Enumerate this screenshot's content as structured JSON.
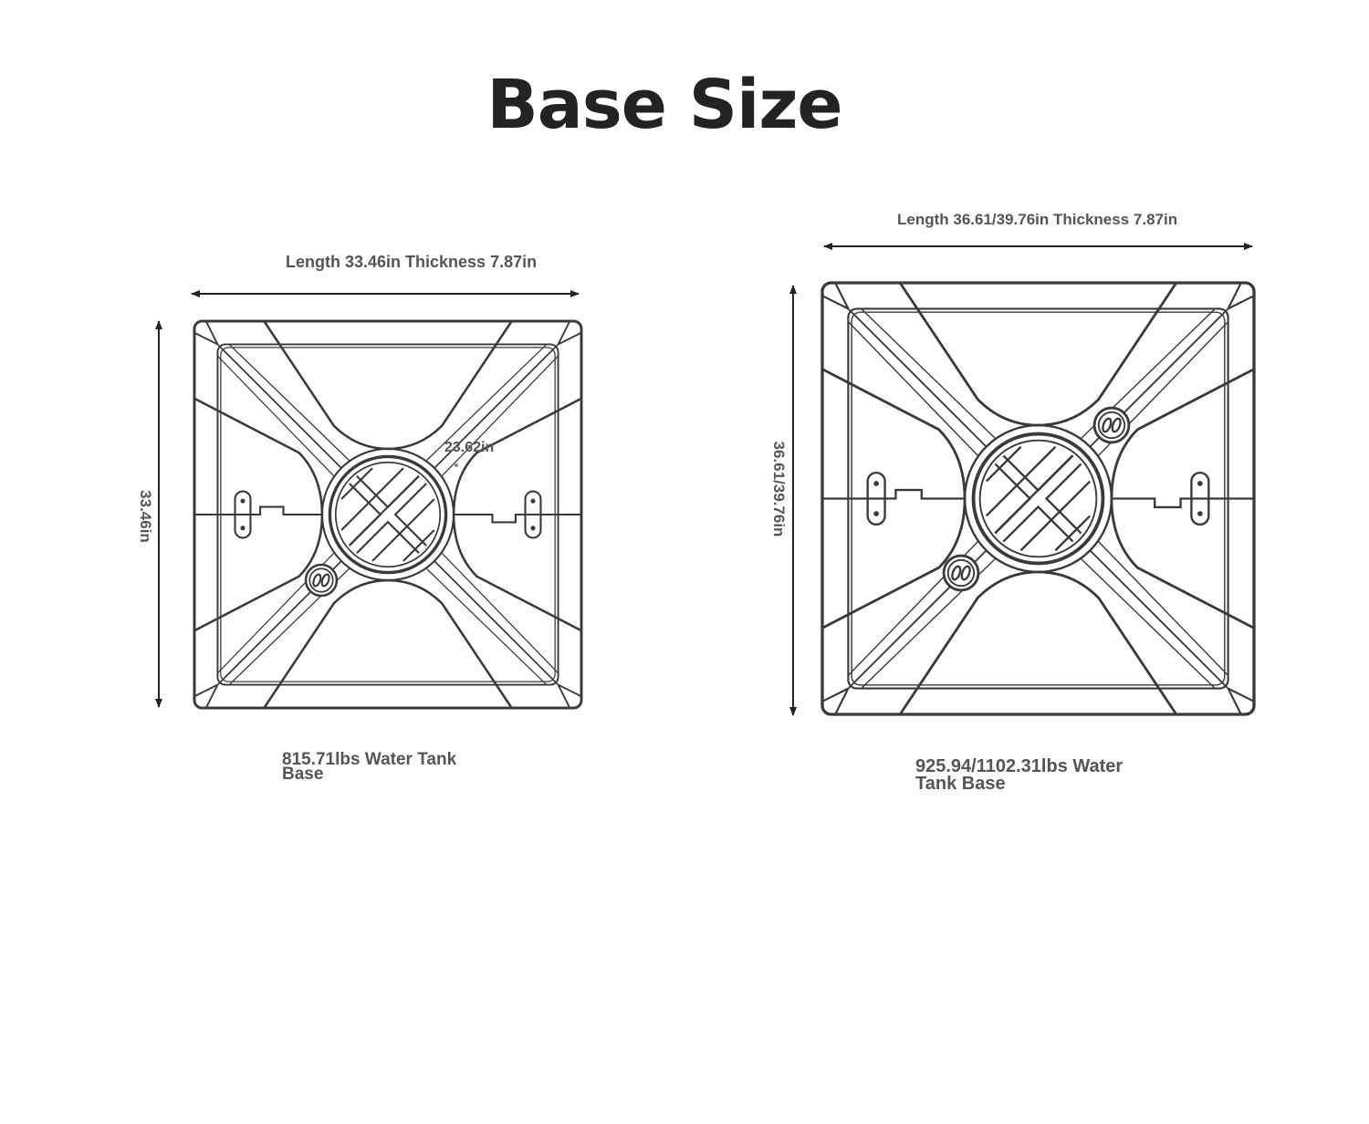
{
  "title": "Base Size",
  "left_base": {
    "length_label": "Length 33.46in Thickness 7.87in",
    "height_label": "33.46in",
    "inner_label": "23.62in",
    "caption": "815.71lbs Water Tank Base"
  },
  "right_base": {
    "length_label": "Length 36.61/39.76in Thickness 7.87in",
    "height_label": "36.61/39.76in",
    "caption": "925.94/1102.31lbs Water Tank Base"
  },
  "colors": {
    "line": "#3a3a3a",
    "title": "#232323",
    "text": "#555555"
  }
}
